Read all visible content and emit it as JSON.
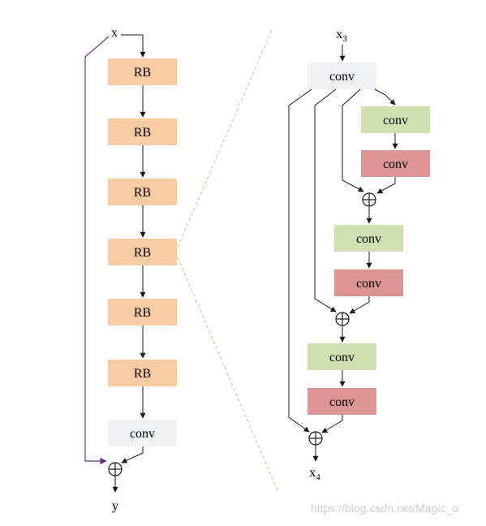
{
  "colors": {
    "rb": "#f9cba2",
    "conv_gray": "#f1f2f4",
    "conv_green": "#cfe0b1",
    "conv_red": "#dc9593",
    "arrow": "#1a1a1a",
    "skip": "#6a2d8c",
    "dashed": "#f2b48b"
  },
  "left": {
    "input": "x",
    "output": "y",
    "blocks": [
      "RB",
      "RB",
      "RB",
      "RB",
      "RB",
      "RB"
    ],
    "final_conv": "conv"
  },
  "right": {
    "input_base": "x",
    "input_sub": "3",
    "output_base": "x",
    "output_sub": "4",
    "first_conv": "conv",
    "stage1": [
      "conv",
      "conv"
    ],
    "stage2": [
      "conv",
      "conv"
    ],
    "stage3": [
      "conv",
      "conv"
    ]
  },
  "watermark": "https://blog.csdn.net/Magic_o"
}
